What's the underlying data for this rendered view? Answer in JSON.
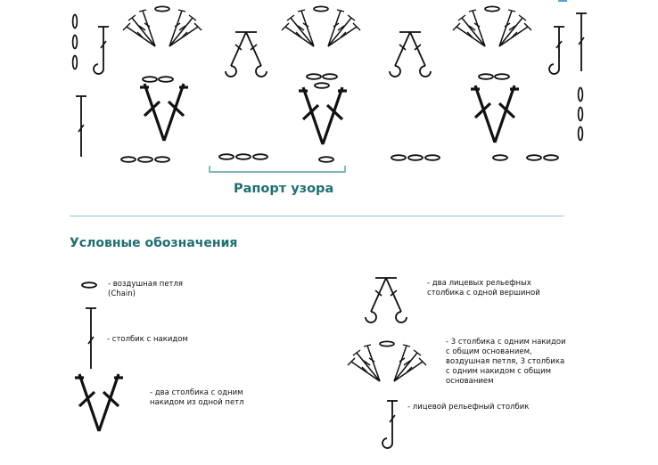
{
  "pattern": {
    "repeat_label": "Рапорт узора"
  },
  "legend": {
    "title": "Условные обозначения",
    "items": [
      {
        "symbol": "chain-stitch",
        "text": "- воздушная петля\n(Chain)"
      },
      {
        "symbol": "double-crochet",
        "text": "- столбик с накидом"
      },
      {
        "symbol": "v-stitch",
        "text": "- два столбика с одним\nнакидом из одной петл"
      },
      {
        "symbol": "front-post-decrease",
        "text": "- два лицевых рельефных\nстолбика с одной вершиной"
      },
      {
        "symbol": "shell-cluster",
        "text": "- 3 столбика с одним накидои\nс общим основанием,\nвоздушная петля, 3 столбика\nс одним накидом с общим\nоснованием"
      },
      {
        "symbol": "front-post-dc",
        "text": "- лицевой рельефный столбик"
      }
    ]
  },
  "colors": {
    "accent": "#1f6f73",
    "divider": "#8fc8c9",
    "ink": "#111111"
  }
}
